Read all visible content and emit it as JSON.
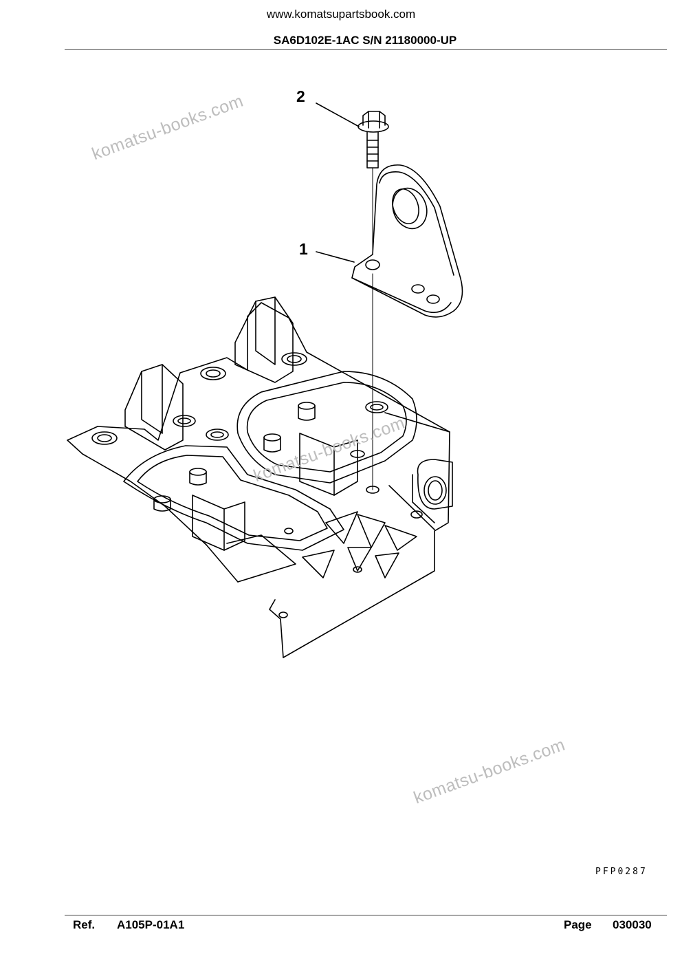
{
  "header": {
    "site_url": "www.komatsupartsbook.com",
    "doc_title": "SA6D102E-1AC S/N 21180000-UP"
  },
  "illustration": {
    "callouts": [
      "2",
      "1"
    ],
    "figure_code": "PFP0287"
  },
  "watermarks": [
    "komatsu-books.com",
    "komatsu-books.com",
    "komatsu-books.com"
  ],
  "footer": {
    "ref_label": "Ref.",
    "ref_value": "A105P-01A1",
    "page_label": "Page",
    "page_value": "030030"
  }
}
